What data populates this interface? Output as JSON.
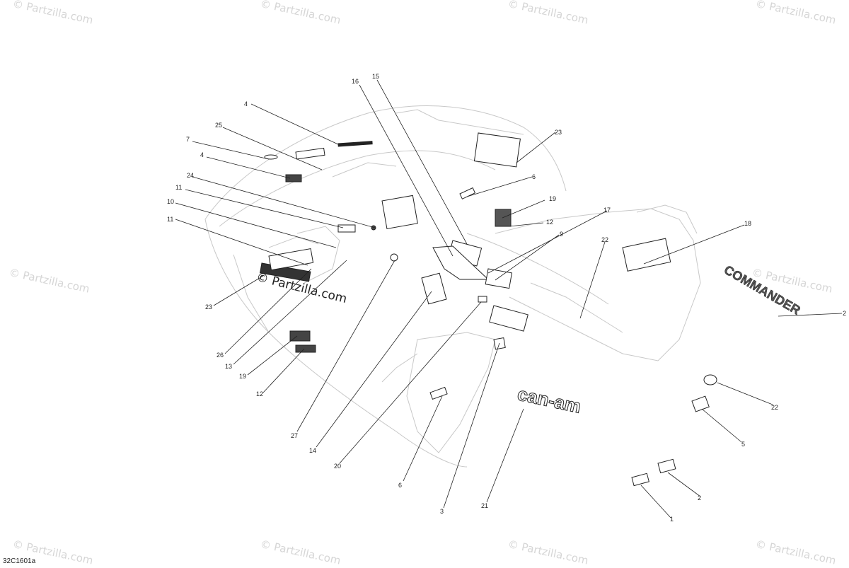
{
  "watermark": "© Partzilla.com",
  "center_watermark": "© Partzilla.com",
  "diagram_code": "32C1601a",
  "decals": {
    "can_am": "can-am",
    "commander": "COMMANDER"
  },
  "callouts": [
    "16",
    "15",
    "4",
    "25",
    "7",
    "4",
    "24",
    "11",
    "10",
    "11",
    "23",
    "26",
    "13",
    "19",
    "12",
    "23",
    "6",
    "19",
    "12",
    "17",
    "9",
    "22",
    "18",
    "2",
    "22",
    "5",
    "2",
    "1",
    "27",
    "14",
    "20",
    "6",
    "3",
    "21"
  ]
}
